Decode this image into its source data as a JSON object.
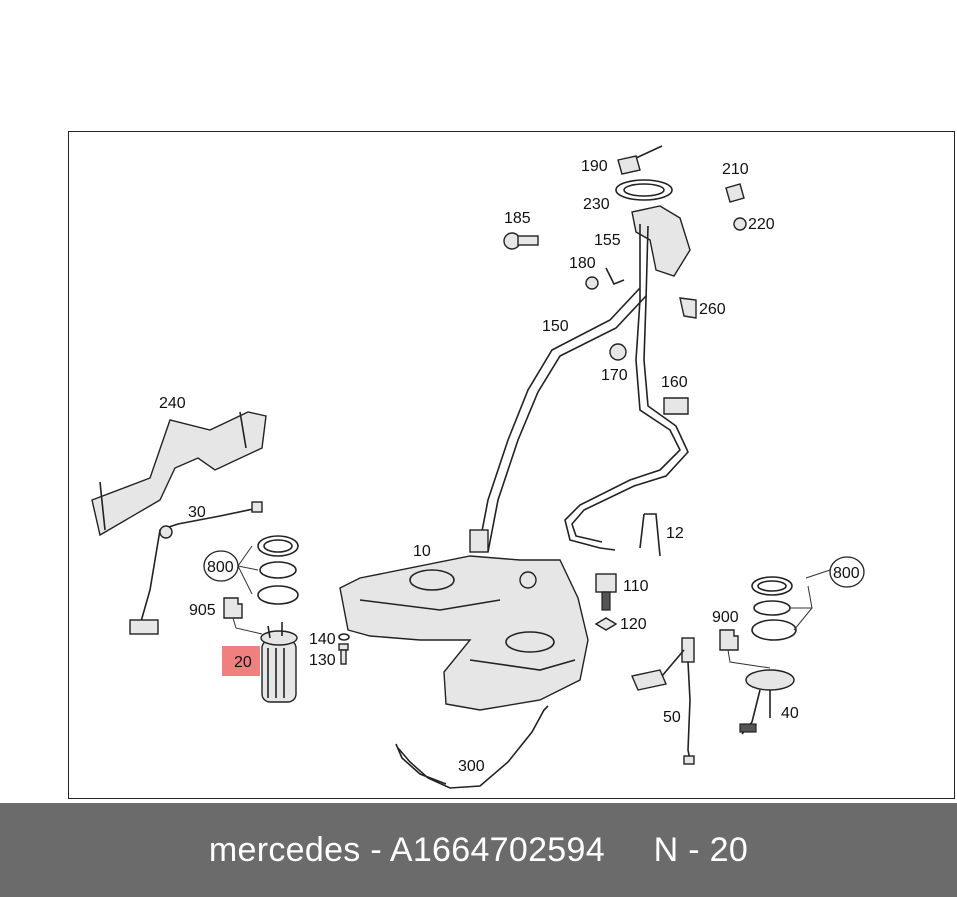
{
  "diagram": {
    "highlight_color": "#f08080",
    "callouts": {
      "c190": "190",
      "c230": "230",
      "c210": "210",
      "c220": "220",
      "c185": "185",
      "c155": "155",
      "c180": "180",
      "c260": "260",
      "c150": "150",
      "c170": "170",
      "c160": "160",
      "c240": "240",
      "c30": "30",
      "c12": "12",
      "c10": "10",
      "c800a": "800",
      "c905": "905",
      "c110": "110",
      "c800b": "800",
      "c140": "140",
      "c120": "120",
      "c900": "900",
      "c130": "130",
      "c20": "20",
      "c50": "50",
      "c40": "40",
      "c300": "300"
    }
  },
  "footer": {
    "brand": "mercedes",
    "separator1": " - ",
    "part_number": "A1664702594",
    "gap": "     ",
    "ref_prefix": "N - ",
    "ref_number": "20"
  }
}
